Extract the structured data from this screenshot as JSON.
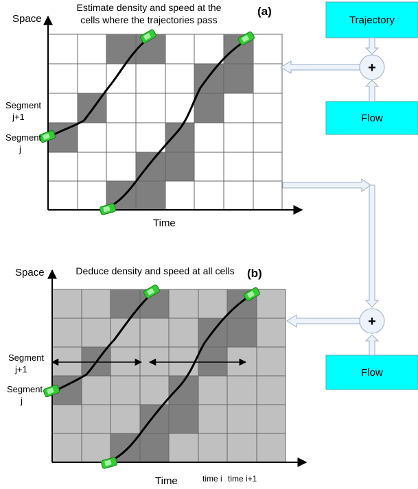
{
  "panel_a": {
    "title_line1": "Estimate density and speed at the",
    "title_line2": "cells where the trajectories pass",
    "tag": "(a)",
    "y_axis": "Space",
    "x_axis": "Time",
    "segment_upper_line1": "Segment",
    "segment_upper_line2": "j+1",
    "segment_lower_line1": "Segment",
    "segment_lower_line2": "j"
  },
  "panel_b": {
    "title": "Deduce density and speed at all cells",
    "tag": "(b)",
    "y_axis": "Space",
    "x_axis": "Time",
    "segment_upper_line1": "Segment",
    "segment_upper_line2": "j+1",
    "segment_lower_line1": "Segment",
    "segment_lower_line2": "j",
    "time_i": "time i",
    "time_i1": "time i+1"
  },
  "side": {
    "trajectory_box": "Trajectory",
    "flow_box_top": "Flow",
    "flow_box_bottom": "Flow",
    "plus_symbol": "+"
  },
  "colors": {
    "dark_cell": "#7f7f7f",
    "light_cell_b": "#c0c0c0",
    "white_cell": "#ffffff",
    "box_fill": "#00ffff",
    "car": "#33cc33",
    "arrow_fill": "#eef2fa",
    "arrow_stroke": "#9aaec8"
  }
}
